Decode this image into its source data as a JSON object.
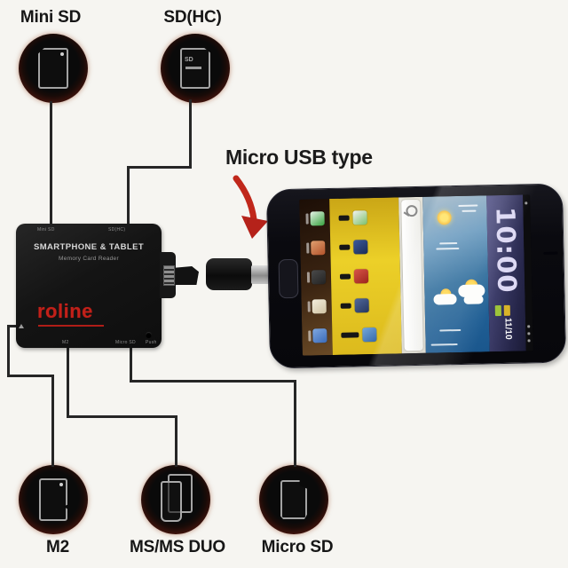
{
  "annotation": {
    "micro_usb_type": "Micro USB type"
  },
  "callouts": {
    "mini_sd": "Mini SD",
    "sd_hc": "SD(HC)",
    "m2": "M2",
    "ms_ms_duo": "MS/MS DUO",
    "micro_sd": "Micro SD"
  },
  "reader": {
    "title": "SMARTPHONE & TABLET",
    "subtitle": "Memory Card Reader",
    "brand": "roline",
    "slot_labels": {
      "top_left": "Mini SD",
      "top_right": "SD(HC)",
      "bottom_m2": "M2",
      "bottom_micro_sd": "Micro SD",
      "bottom_push": "Push"
    }
  },
  "icons": {
    "sd_logo_text": "SD",
    "card_icons": [
      "mini-sd-card-icon",
      "sd-card-icon",
      "m2-card-icon",
      "ms-ms-duo-card-icon",
      "micro-sd-card-icon"
    ],
    "arrow": "red-curved-arrow-icon",
    "search": "magnifier-icon"
  },
  "phone": {
    "clock": "10:00",
    "date": "11/10"
  },
  "colors": {
    "background": "#f6f5f1",
    "circle_ring_red": "#7c2c18",
    "arrow_red": "#c0271a",
    "brand_red": "#c22019",
    "wire_dark": "#262626",
    "screen_yellow": "#ecd028",
    "weather_blue": "#2f6d9c",
    "clock_panel_purple": "#3c3c68"
  }
}
